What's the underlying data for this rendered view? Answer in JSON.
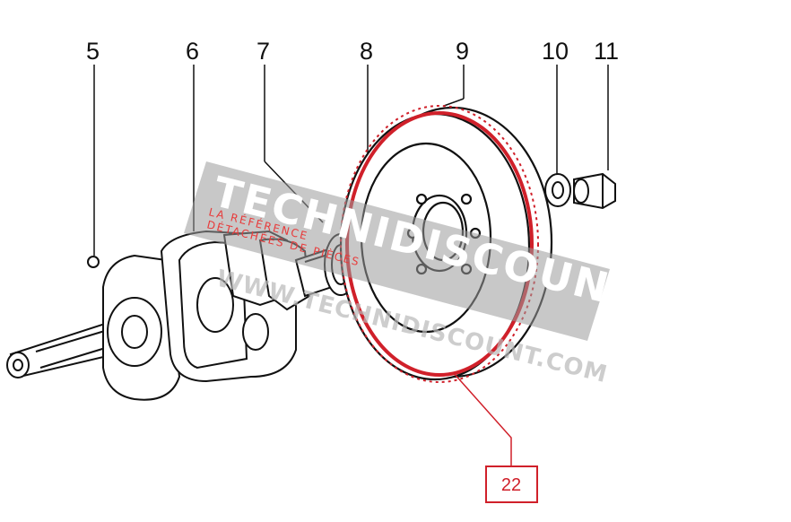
{
  "diagram": {
    "part_labels": [
      "5",
      "6",
      "7",
      "8",
      "9",
      "10",
      "11"
    ],
    "callout": {
      "label": "22",
      "color": "#d0202a"
    }
  },
  "watermark": {
    "brand": "TECHNIDISCOUNT",
    "tagline_1": "LA RÉFÉRENCE",
    "tagline_2": "DÉTACHÉES DE PIÈCES",
    "url": "WWW.TECHNIDISCOUNT.COM"
  },
  "colors": {
    "line": "#111111",
    "highlight": "#d0202a",
    "watermark_band": "#9a9a9a"
  }
}
